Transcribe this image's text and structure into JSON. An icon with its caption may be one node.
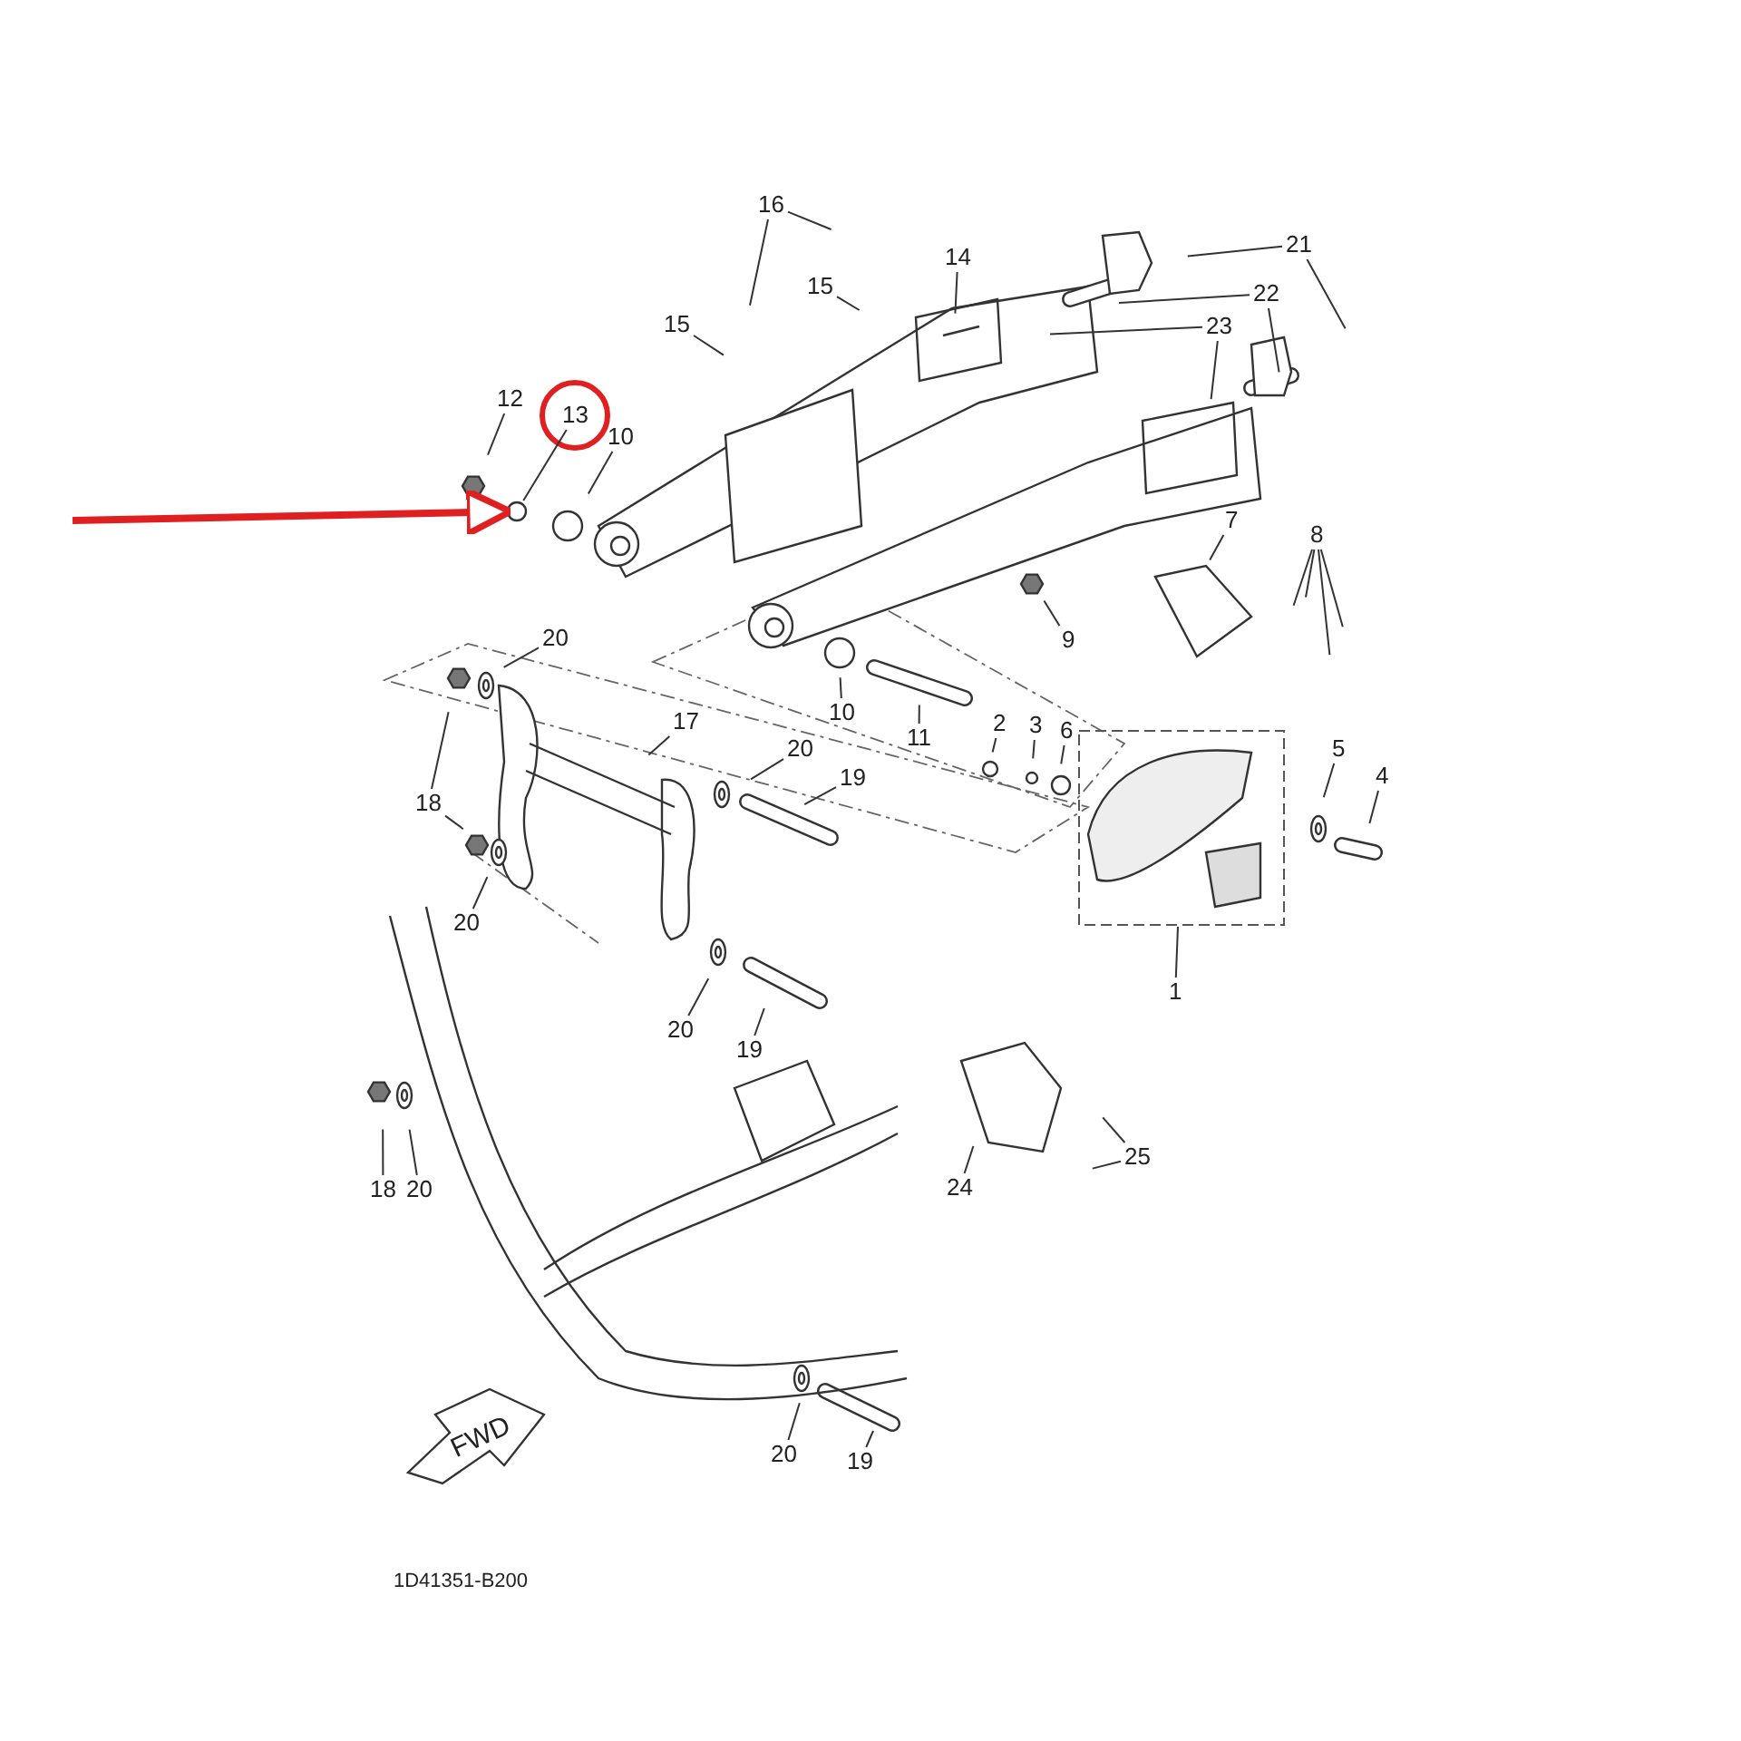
{
  "diagram": {
    "nodes": [
      {
        "text": [
          "16"
        ]
      },
      {
        "text": [
          "14"
        ]
      },
      {
        "text": [
          "21"
        ]
      },
      {
        "text": [
          "15"
        ]
      },
      {
        "text": [
          "22"
        ]
      },
      {
        "text": [
          "15"
        ]
      },
      {
        "text": [
          "23"
        ]
      },
      {
        "text": [
          "12"
        ]
      },
      {
        "text": [
          "13"
        ]
      },
      {
        "text": [
          "10"
        ]
      },
      {
        "text": [],
        "shape": "circle"
      },
      {
        "text": [
          "7"
        ]
      },
      {
        "text": [
          "8"
        ]
      },
      {
        "text": [
          "9"
        ]
      },
      {
        "text": [
          "20"
        ]
      },
      {
        "text": [
          "10"
        ]
      },
      {
        "text": [
          "17"
        ]
      },
      {
        "text": [
          "11"
        ]
      },
      {
        "text": [
          "2"
        ]
      },
      {
        "text": [
          "3"
        ]
      },
      {
        "text": [
          "6"
        ]
      },
      {
        "text": [
          "20"
        ]
      },
      {
        "text": [
          "5"
        ]
      },
      {
        "text": [
          "19"
        ]
      },
      {
        "text": [
          "4"
        ]
      },
      {
        "text": [
          "18"
        ]
      },
      {
        "text": [
          "20"
        ]
      },
      {
        "text": [],
        "shape": "box"
      },
      {
        "text": [
          "1"
        ]
      },
      {
        "text": [
          "20"
        ]
      },
      {
        "text": [
          "19"
        ]
      },
      {
        "text": [
          "24"
        ]
      },
      {
        "text": [
          "25"
        ]
      },
      {
        "text": [
          "18"
        ]
      },
      {
        "text": [
          "20"
        ]
      },
      {
        "text": [
          "20"
        ]
      },
      {
        "text": [
          "19"
        ]
      }
    ],
    "edges": [
      {
        "from": 0,
        "to": null,
        "arrow": "none"
      },
      {
        "from": 0,
        "to": null,
        "arrow": "none"
      },
      {
        "from": 1,
        "to": null,
        "arrow": "none"
      },
      {
        "from": 2,
        "to": null,
        "arrow": "none"
      },
      {
        "from": 2,
        "to": null,
        "arrow": "none"
      },
      {
        "from": 3,
        "to": null,
        "arrow": "none"
      },
      {
        "from": 4,
        "to": null,
        "arrow": "none"
      },
      {
        "from": 4,
        "to": null,
        "arrow": "none"
      },
      {
        "from": 5,
        "to": null,
        "arrow": "none"
      },
      {
        "from": 6,
        "to": null,
        "arrow": "none"
      },
      {
        "from": 6,
        "to": null,
        "arrow": "none"
      },
      {
        "from": 7,
        "to": null,
        "arrow": "none"
      },
      {
        "from": 8,
        "to": 10,
        "arrow": "none"
      },
      {
        "from": null,
        "to": 10,
        "arrow": "to",
        "style": "thick",
        "color": "#e02020"
      },
      {
        "from": 9,
        "to": null,
        "arrow": "none"
      },
      {
        "from": 11,
        "to": null,
        "arrow": "none"
      },
      {
        "from": 12,
        "to": null,
        "arrow": "none"
      },
      {
        "from": 12,
        "to": null,
        "arrow": "none"
      },
      {
        "from": 12,
        "to": null,
        "arrow": "none"
      },
      {
        "from": 12,
        "to": null,
        "arrow": "none"
      },
      {
        "from": 13,
        "to": null,
        "arrow": "none"
      },
      {
        "from": 14,
        "to": null,
        "arrow": "none"
      },
      {
        "from": 15,
        "to": null,
        "arrow": "none"
      },
      {
        "from": 16,
        "to": null,
        "arrow": "none"
      },
      {
        "from": 17,
        "to": null,
        "arrow": "none"
      },
      {
        "from": 18,
        "to": null,
        "arrow": "none"
      },
      {
        "from": 19,
        "to": null,
        "arrow": "none"
      },
      {
        "from": 20,
        "to": null,
        "arrow": "none"
      },
      {
        "from": 21,
        "to": null,
        "arrow": "none"
      },
      {
        "from": 22,
        "to": null,
        "arrow": "none"
      },
      {
        "from": 23,
        "to": null,
        "arrow": "none"
      },
      {
        "from": 24,
        "to": null,
        "arrow": "none"
      },
      {
        "from": 25,
        "to": null,
        "arrow": "none"
      },
      {
        "from": 25,
        "to": null,
        "arrow": "none"
      },
      {
        "from": 26,
        "to": null,
        "arrow": "none"
      },
      {
        "from": 28,
        "to": 27,
        "arrow": "none"
      },
      {
        "from": 29,
        "to": null,
        "arrow": "none"
      },
      {
        "from": 30,
        "to": null,
        "arrow": "none"
      },
      {
        "from": 31,
        "to": null,
        "arrow": "none"
      },
      {
        "from": 32,
        "to": null,
        "arrow": "none"
      },
      {
        "from": 32,
        "to": null,
        "arrow": "none"
      },
      {
        "from": 33,
        "to": null,
        "arrow": "none"
      },
      {
        "from": 34,
        "to": null,
        "arrow": "none"
      },
      {
        "from": 35,
        "to": null,
        "arrow": "none"
      },
      {
        "from": 36,
        "to": null,
        "arrow": "none"
      }
    ],
    "labels": [
      "FWD",
      "1D41351-B200"
    ]
  }
}
